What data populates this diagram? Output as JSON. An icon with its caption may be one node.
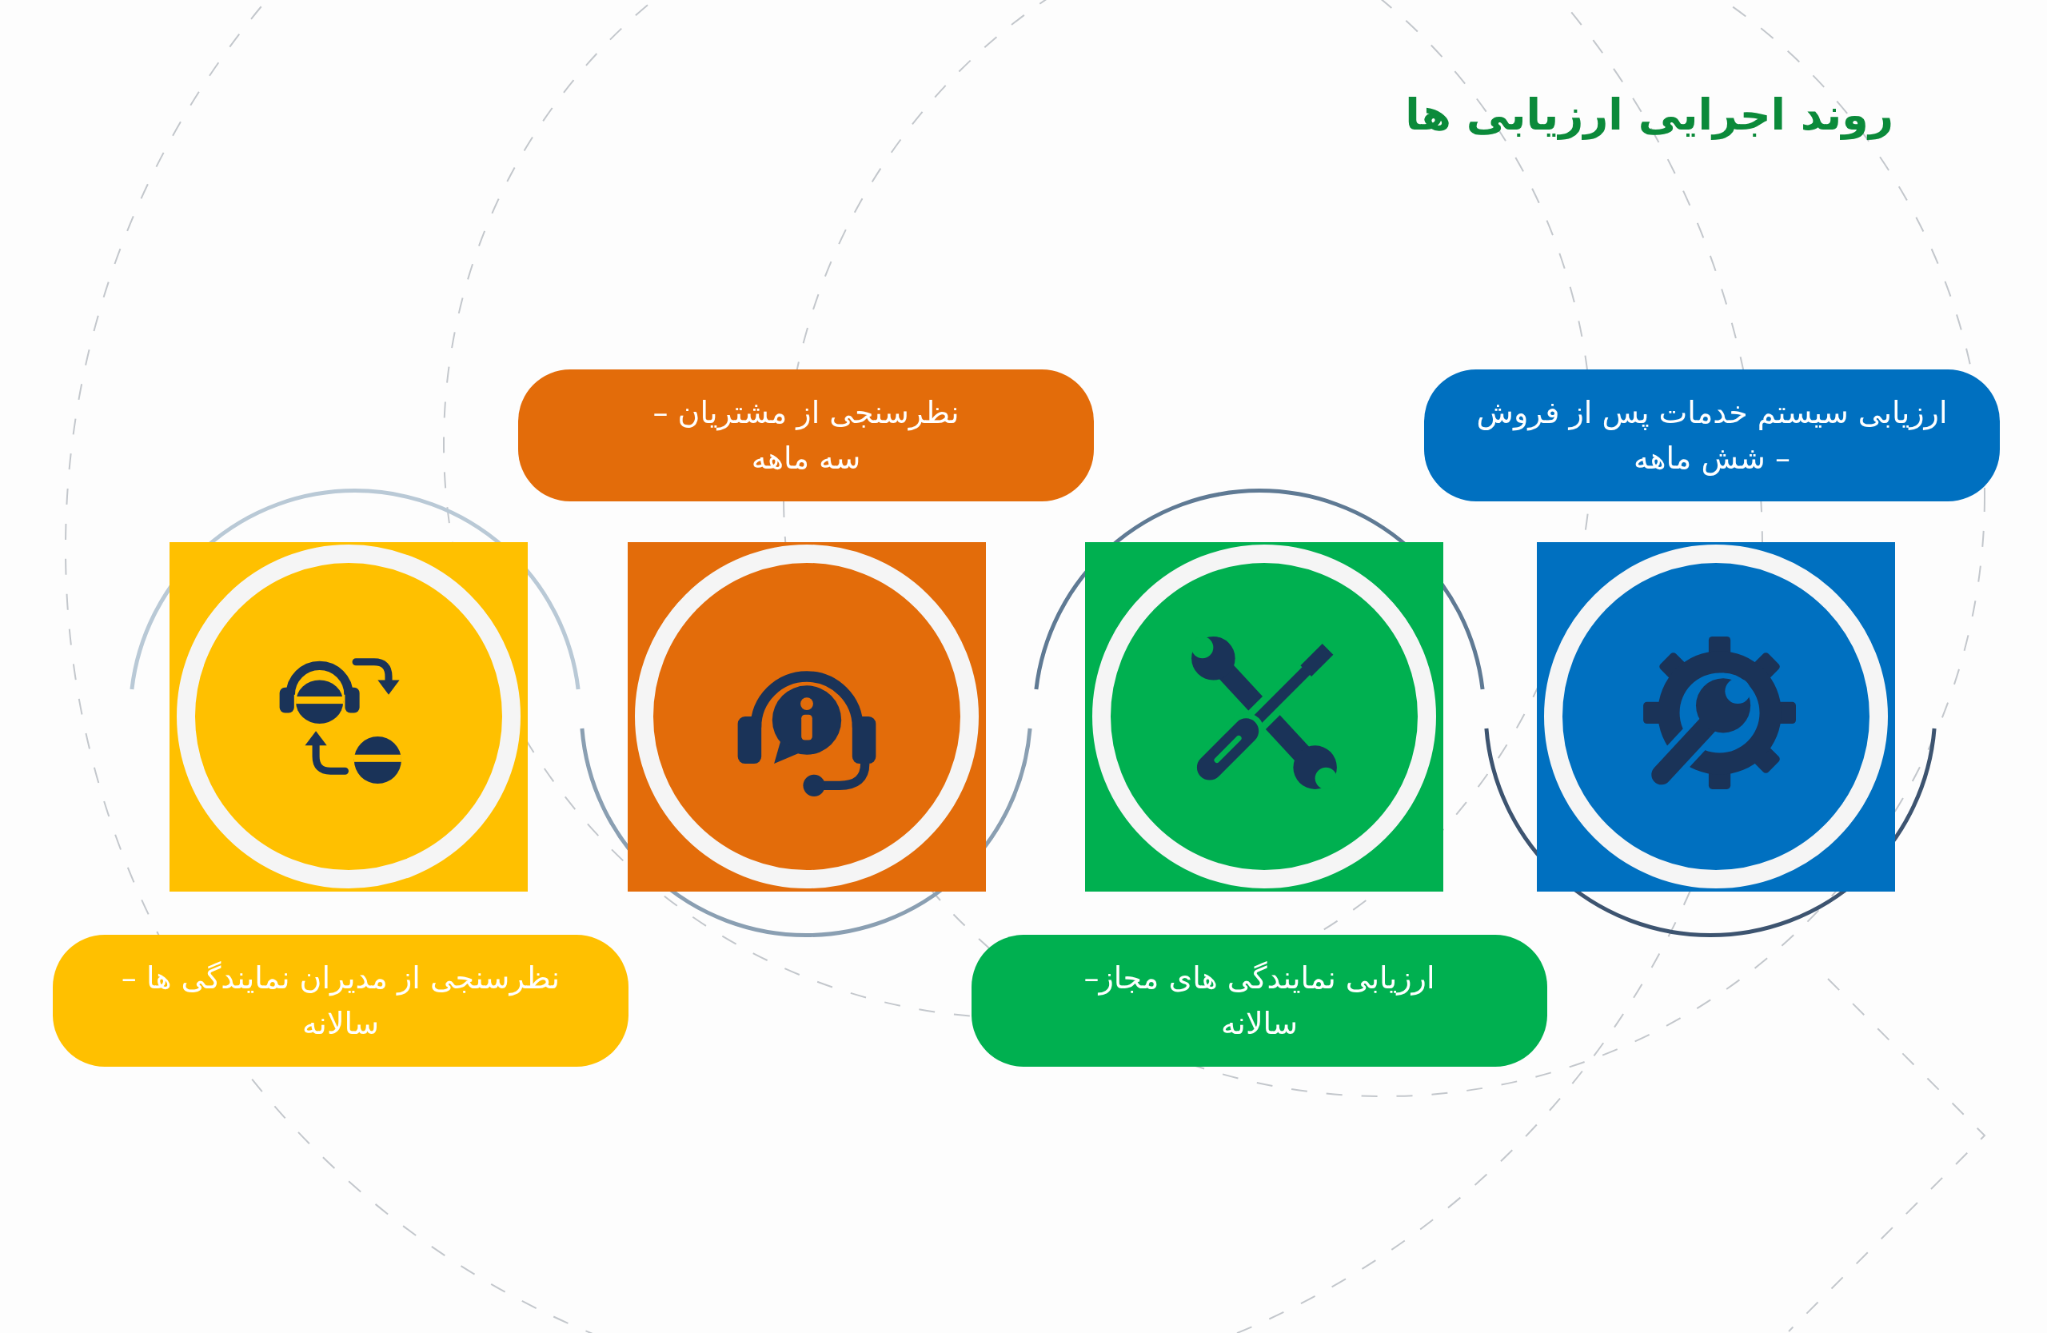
{
  "diagram": {
    "title": "روند اجرایی ارزیابی ها",
    "nodes": [
      {
        "text": [
          "ارزیابی سیستم خدمات پس از فروش – شش ماهه"
        ]
      },
      {
        "text": [
          "ارزیابی نمایندگی های مجاز– سالانه"
        ]
      },
      {
        "text": [
          "نظرسنجی از مشتریان – سه ماهه"
        ]
      },
      {
        "text": [
          "نظرسنجی از مدیران نمایندگی ها – سالانه"
        ]
      }
    ]
  }
}
